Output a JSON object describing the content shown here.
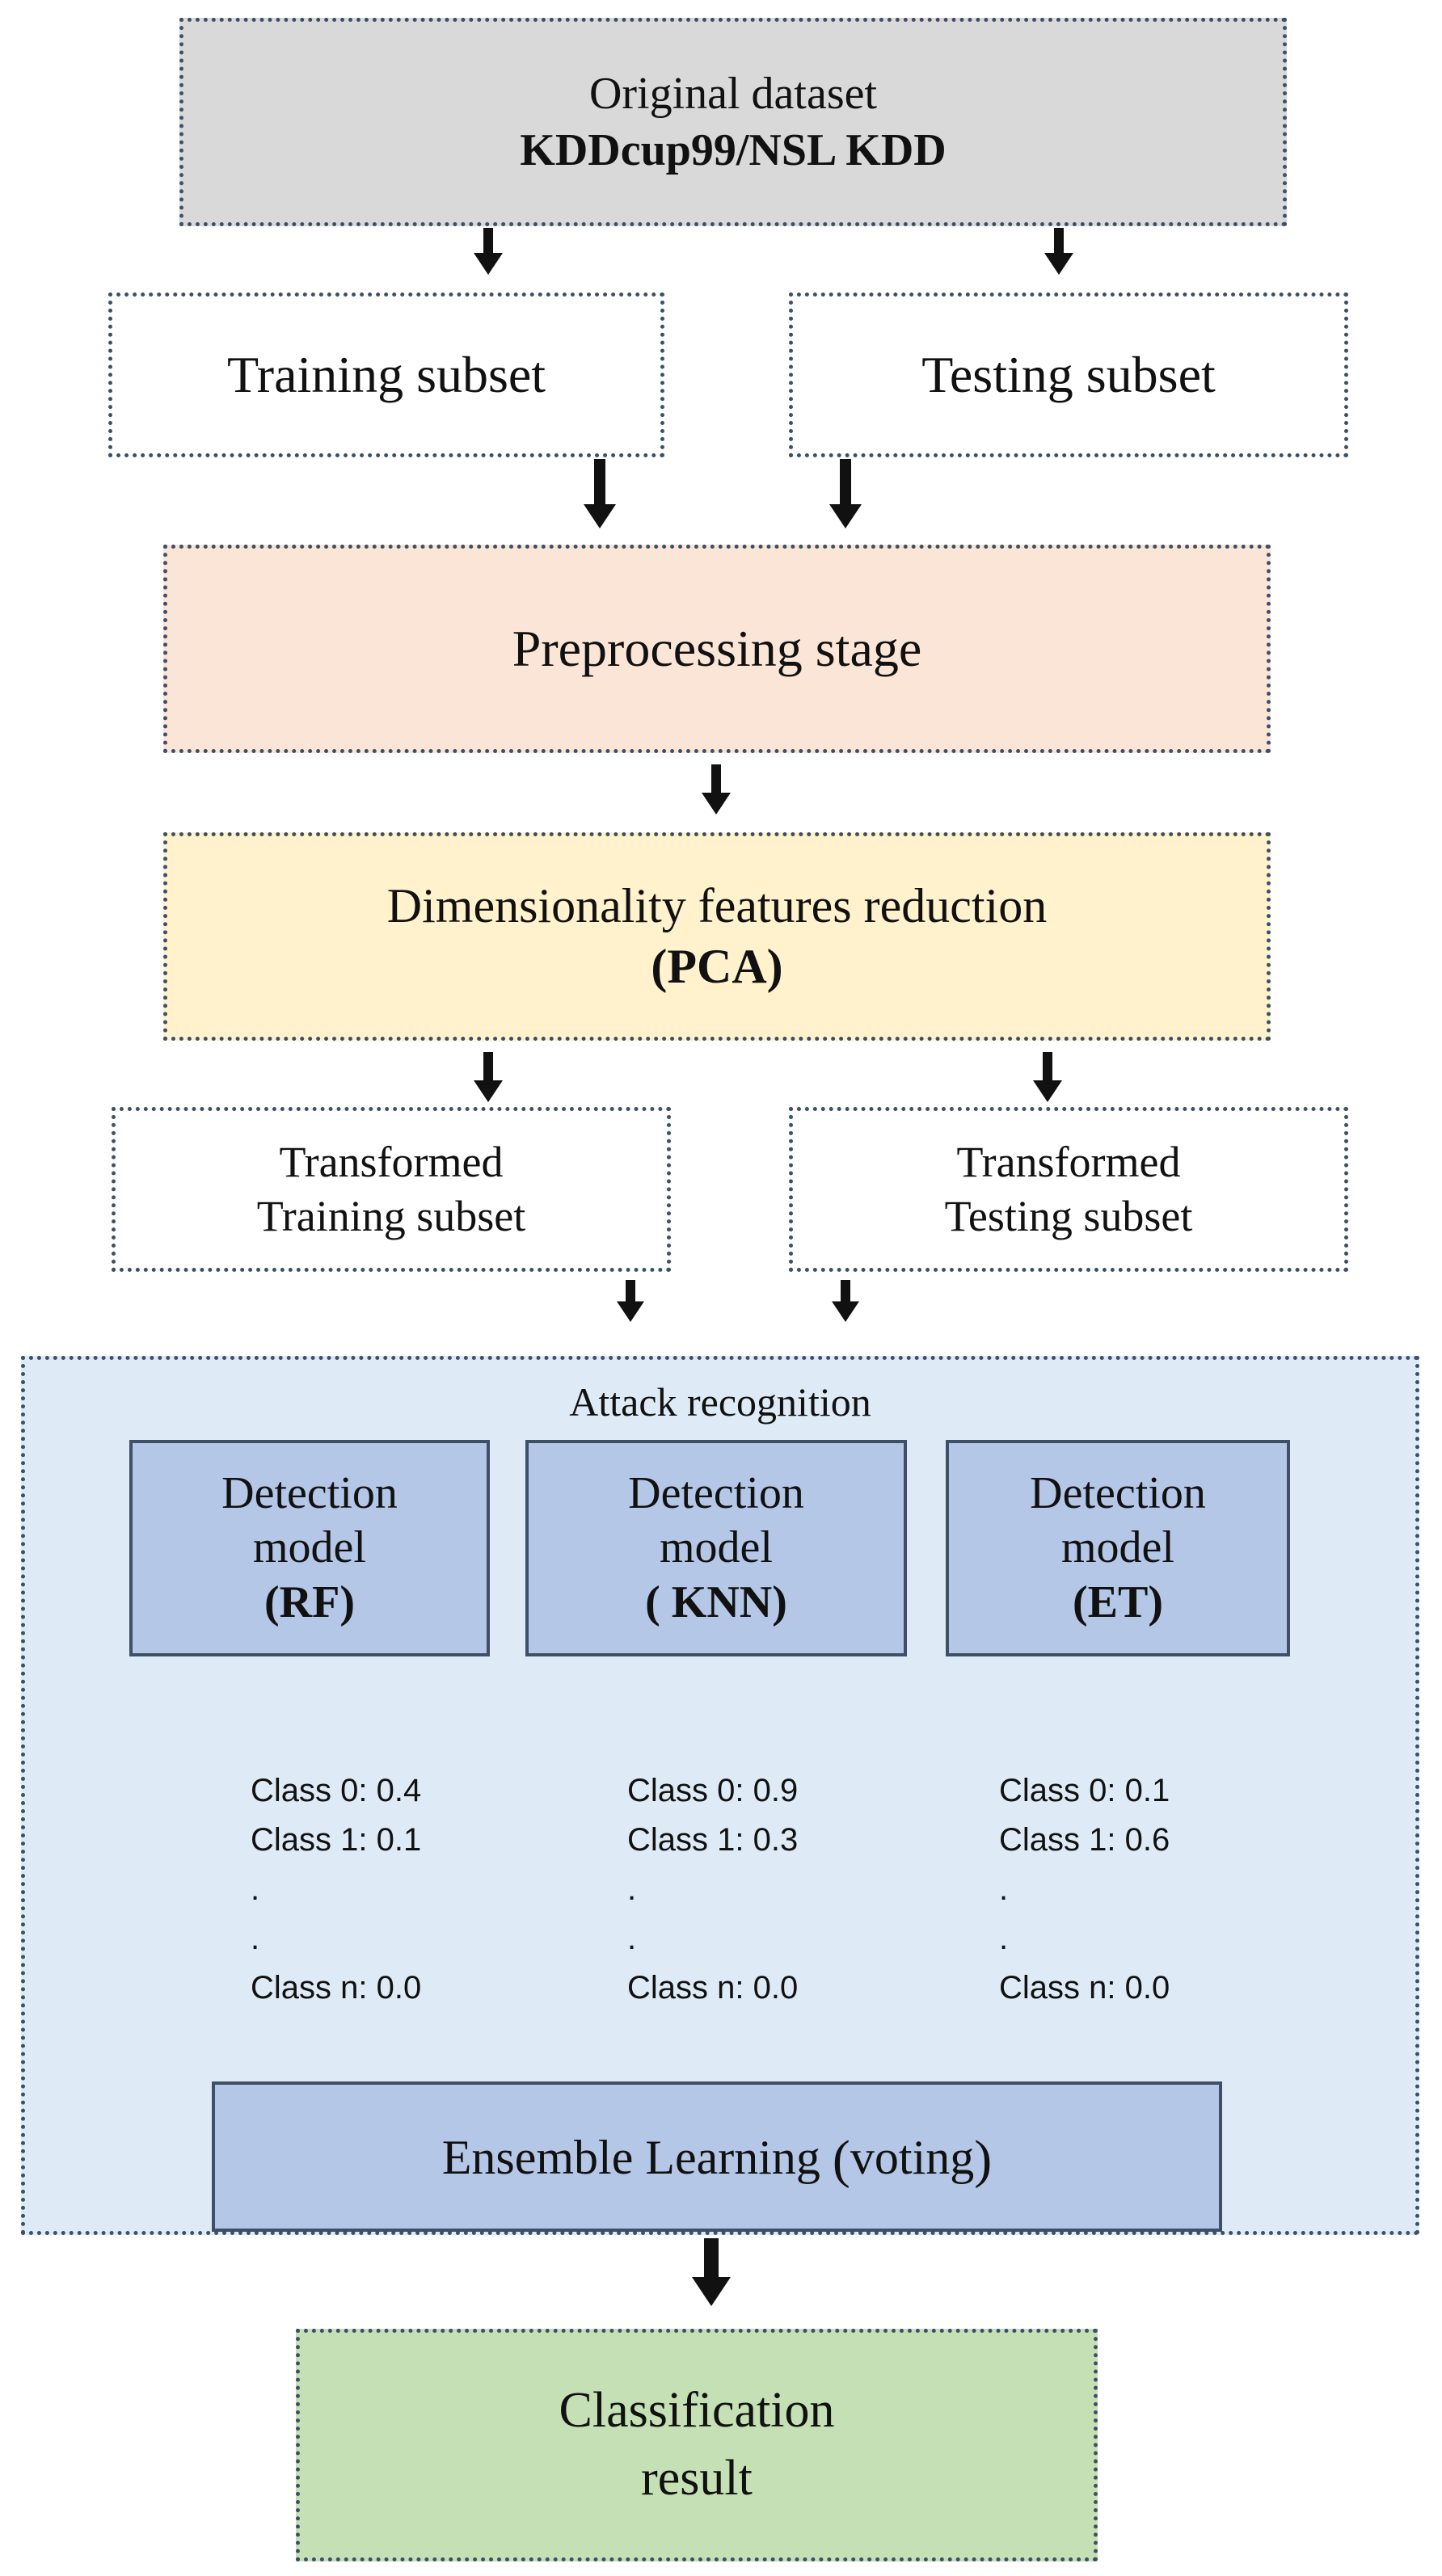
{
  "original_dataset": {
    "line1": "Original dataset",
    "line2": "KDDcup99/NSL KDD"
  },
  "training_subset": "Training subset",
  "testing_subset": "Testing subset",
  "preprocessing": "Preprocessing stage",
  "dimensionality": {
    "line1": "Dimensionality features reduction",
    "line2": "(PCA)"
  },
  "transformed_training": {
    "line1": "Transformed",
    "line2": "Training subset"
  },
  "transformed_testing": {
    "line1": "Transformed",
    "line2": "Testing subset"
  },
  "attack_recognition": {
    "title": "Attack recognition"
  },
  "models": [
    {
      "line1": "Detection",
      "line2": "model",
      "line3": "(RF)",
      "scores": [
        "Class 0: 0.4",
        "Class 1: 0.1",
        ".",
        ".",
        "Class n: 0.0"
      ]
    },
    {
      "line1": "Detection",
      "line2": "model",
      "line3": "( KNN)",
      "scores": [
        "Class 0: 0.9",
        "Class 1: 0.3",
        ".",
        ".",
        "Class n: 0.0"
      ]
    },
    {
      "line1": "Detection",
      "line2": "model",
      "line3": "(ET)",
      "scores": [
        "Class 0: 0.1",
        "Class 1: 0.6",
        ".",
        ".",
        "Class n: 0.0"
      ]
    }
  ],
  "ensemble": {
    "text": "Ensemble Learning ",
    "open": "(",
    "word": "voting",
    "close": ")"
  },
  "classification": {
    "line1": "Classification",
    "line2": "result"
  },
  "colors": {
    "original_fill": "#d9d9d9",
    "preprocessing_fill": "#fbe5d6",
    "dimensionality_fill": "#fff2cc",
    "attack_fill": "#deebf7",
    "model_fill": "#b4c7e7",
    "classification_fill": "#c5e0b4",
    "arrow": "#111111"
  }
}
